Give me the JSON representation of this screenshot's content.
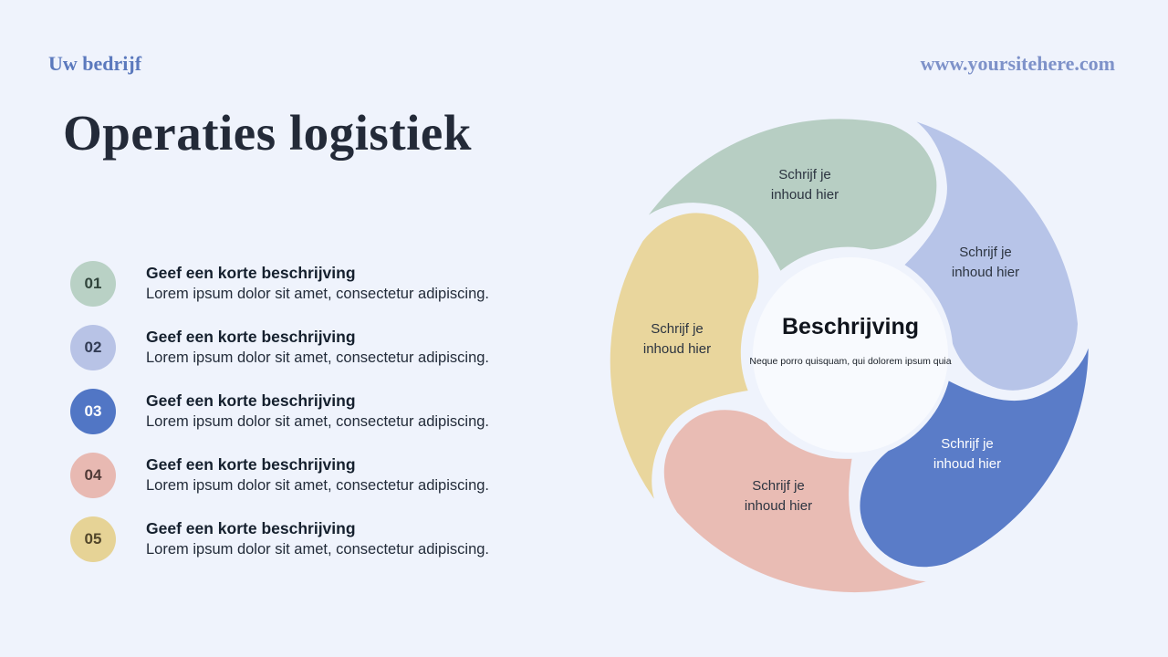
{
  "slide": {
    "background_color": "#eff3fc",
    "header": {
      "company": "Uw bedrijf",
      "website": "www.yoursitehere.com",
      "company_color": "#5b79bd",
      "website_color": "#7e92c9"
    },
    "title": "Operaties logistiek",
    "steps": [
      {
        "number": "01",
        "title": "Geef een korte beschrijving",
        "description": "Lorem ipsum dolor sit amet, consectetur adipiscing.",
        "circle_color": "#b9d1c5",
        "number_color": "#31453c"
      },
      {
        "number": "02",
        "title": "Geef een korte beschrijving",
        "description": "Lorem ipsum dolor sit amet, consectetur adipiscing.",
        "circle_color": "#b8c3e6",
        "number_color": "#323c55"
      },
      {
        "number": "03",
        "title": "Geef een korte beschrijving",
        "description": "Lorem ipsum dolor sit amet, consectetur adipiscing.",
        "circle_color": "#5176c5",
        "number_color": "#ffffff"
      },
      {
        "number": "04",
        "title": "Geef een korte beschrijving",
        "description": "Lorem ipsum dolor sit amet, consectetur adipiscing.",
        "circle_color": "#e8b9b2",
        "number_color": "#503a37"
      },
      {
        "number": "05",
        "title": "Geef een korte beschrijving",
        "description": "Lorem ipsum dolor sit amet, consectetur adipiscing.",
        "circle_color": "#e6d396",
        "number_color": "#52462a"
      }
    ],
    "diagram": {
      "center": {
        "title": "Beschrijving",
        "subtitle": "Neque porro quisquam, qui dolorem ipsum quia",
        "fill": "#f8fafe"
      },
      "petals": [
        {
          "name": "green-top",
          "label": "Schrijf je inhoud hier",
          "color": "#b7cec3",
          "text_color": "#2c3440"
        },
        {
          "name": "periwinkle-right",
          "label": "Schrijf je inhoud hier",
          "color": "#b7c4e8",
          "text_color": "#2c3440"
        },
        {
          "name": "blue-bottom-right",
          "label": "Schrijf je inhoud hier",
          "color": "#5a7cc8",
          "text_color": "#ffffff"
        },
        {
          "name": "pink-bottom",
          "label": "Schrijf je inhoud hier",
          "color": "#e9bcb4",
          "text_color": "#2c3440"
        },
        {
          "name": "yellow-left",
          "label": "Schrijf je inhoud hier",
          "color": "#e9d69d",
          "text_color": "#2c3440"
        }
      ]
    }
  }
}
